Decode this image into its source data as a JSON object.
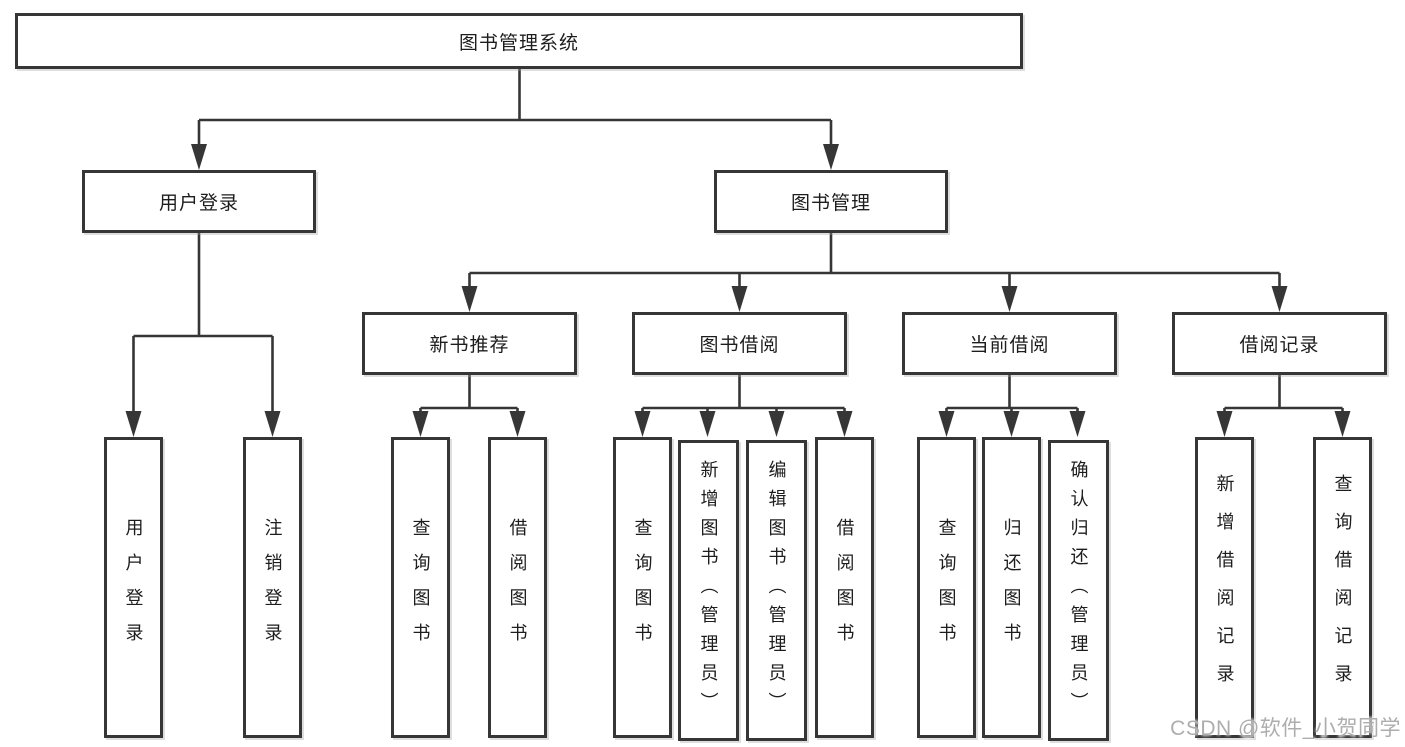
{
  "diagram": {
    "root": "图书管理系统",
    "branches": [
      {
        "label": "用户登录",
        "children": [
          {
            "label": "用户登录"
          },
          {
            "label": "注销登录"
          }
        ]
      },
      {
        "label": "图书管理",
        "children": [
          {
            "label": "新书推荐",
            "children": [
              {
                "label": "查询图书"
              },
              {
                "label": "借阅图书"
              }
            ]
          },
          {
            "label": "图书借阅",
            "children": [
              {
                "label": "查询图书"
              },
              {
                "label": "新增图书（管理员）"
              },
              {
                "label": "编辑图书（管理员）"
              },
              {
                "label": "借阅图书"
              }
            ]
          },
          {
            "label": "当前借阅",
            "children": [
              {
                "label": "查询图书"
              },
              {
                "label": "归还图书"
              },
              {
                "label": "确认归还（管理员）"
              }
            ]
          },
          {
            "label": "借阅记录",
            "children": [
              {
                "label": "新增借阅记录"
              },
              {
                "label": "查询借阅记录"
              }
            ]
          }
        ]
      }
    ],
    "watermark": "CSDN @软件_小贺同学",
    "colors": {
      "line": "#363636",
      "text": "#1d1d1d",
      "box_background": "#ffffff",
      "watermark": "#adadad"
    }
  }
}
